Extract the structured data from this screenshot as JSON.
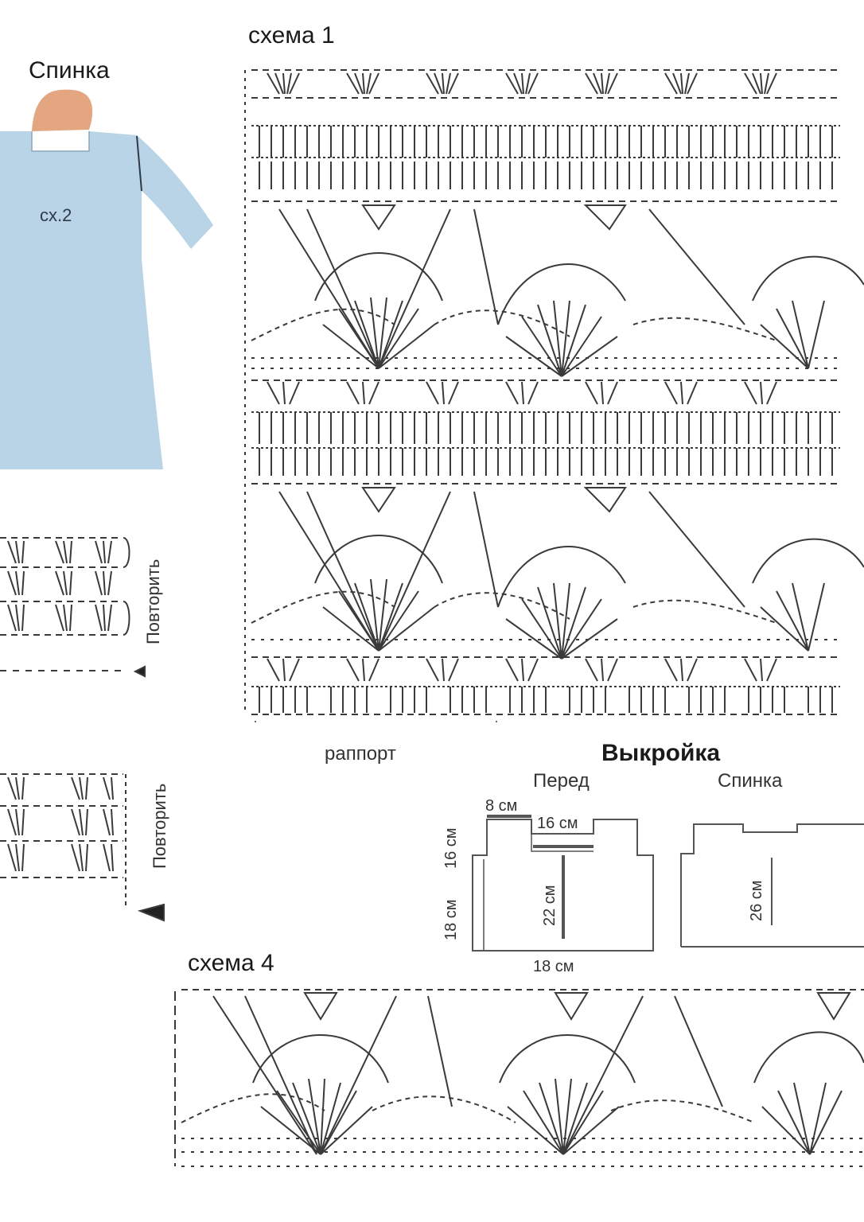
{
  "labels": {
    "spinka_top": "Спинка",
    "sx2": "сх.2",
    "schema1": "схема 1",
    "rapport": "раппорт",
    "vykroyka": "Выкройка",
    "pered": "Перед",
    "spinka_pattern": "Спинка",
    "schema4": "схема 4",
    "povtorit_1": "Повторить",
    "povtorit_2": "Повторить"
  },
  "pattern_dims": {
    "front_shoulder": "8 см",
    "front_neck": "16 см",
    "front_armhole": "16 см",
    "front_side": "18 см",
    "front_height": "22 см",
    "front_bottom": "18 см",
    "back_height": "26 см"
  },
  "colors": {
    "dress": "#b9d4e6",
    "neck": "#e3a681",
    "ink": "#3a3a3a"
  }
}
